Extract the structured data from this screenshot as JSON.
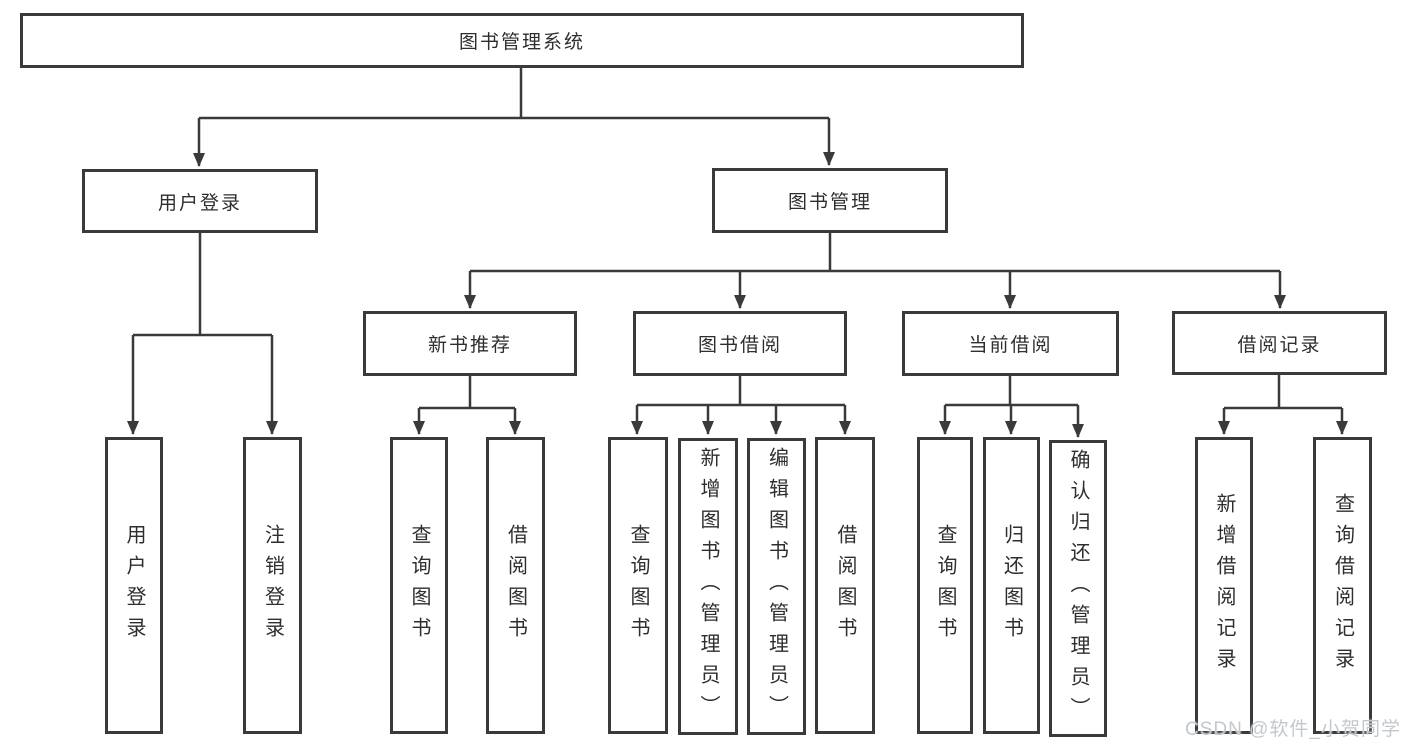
{
  "diagram": {
    "type": "hierarchy-tree",
    "tree": {
      "root": {
        "label": "图书管理系统"
      },
      "branches": [
        {
          "label": "用户登录",
          "children": [
            {
              "label": "用户登录"
            },
            {
              "label": "注销登录"
            }
          ]
        },
        {
          "label": "图书管理",
          "children": [
            {
              "label": "新书推荐",
              "children": [
                {
                  "label": "查询图书"
                },
                {
                  "label": "借阅图书"
                }
              ]
            },
            {
              "label": "图书借阅",
              "children": [
                {
                  "label": "查询图书"
                },
                {
                  "label": "新增图书（管理员）"
                },
                {
                  "label": "编辑图书（管理员）"
                },
                {
                  "label": "借阅图书"
                }
              ]
            },
            {
              "label": "当前借阅",
              "children": [
                {
                  "label": "查询图书"
                },
                {
                  "label": "归还图书"
                },
                {
                  "label": "确认归还（管理员）"
                }
              ]
            },
            {
              "label": "借阅记录",
              "children": [
                {
                  "label": "新增借阅记录"
                },
                {
                  "label": "查询借阅记录"
                }
              ]
            }
          ]
        }
      ]
    },
    "colors": {
      "line": "#3a3a3a",
      "box_border": "#3a3a3a",
      "box_fill": "#ffffff",
      "text": "#2e2e2e",
      "background": "#ffffff",
      "watermark": "#c2c8cd"
    }
  },
  "watermark": {
    "text": "CSDN @软件_小贺同学"
  }
}
